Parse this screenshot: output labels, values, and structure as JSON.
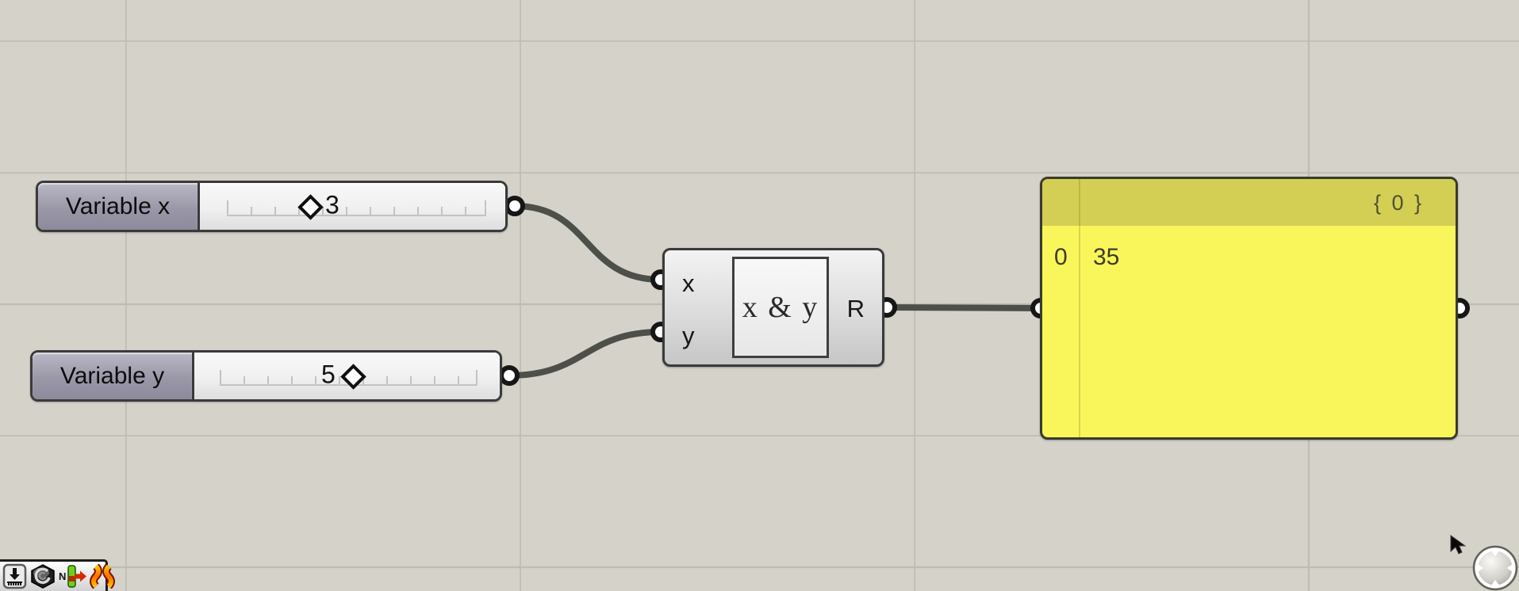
{
  "canvas": {
    "background_color": "#d5d2ca",
    "grid_line_color": "#bfbcb4",
    "wire_color": "#4d4f49"
  },
  "sliders": [
    {
      "label": "Variable x",
      "value": "3"
    },
    {
      "label": "Variable y",
      "value": "5"
    }
  ],
  "expression_component": {
    "inputs": [
      "x",
      "y"
    ],
    "expression_label": "x & y",
    "output": "R"
  },
  "panel": {
    "path_badge": "{ 0 }",
    "rows": [
      {
        "index": "0",
        "value": "35"
      }
    ],
    "header_color": "#d3cf55",
    "body_color": "#f9f65b"
  },
  "widget_bar": {
    "icons": [
      "arrow-down-ruler-icon",
      "hex-spiral-icon",
      "n-jump-arrow-icon",
      "orange-waves-icon"
    ]
  },
  "compass": {
    "icon": "navigation-sphere-icon"
  }
}
